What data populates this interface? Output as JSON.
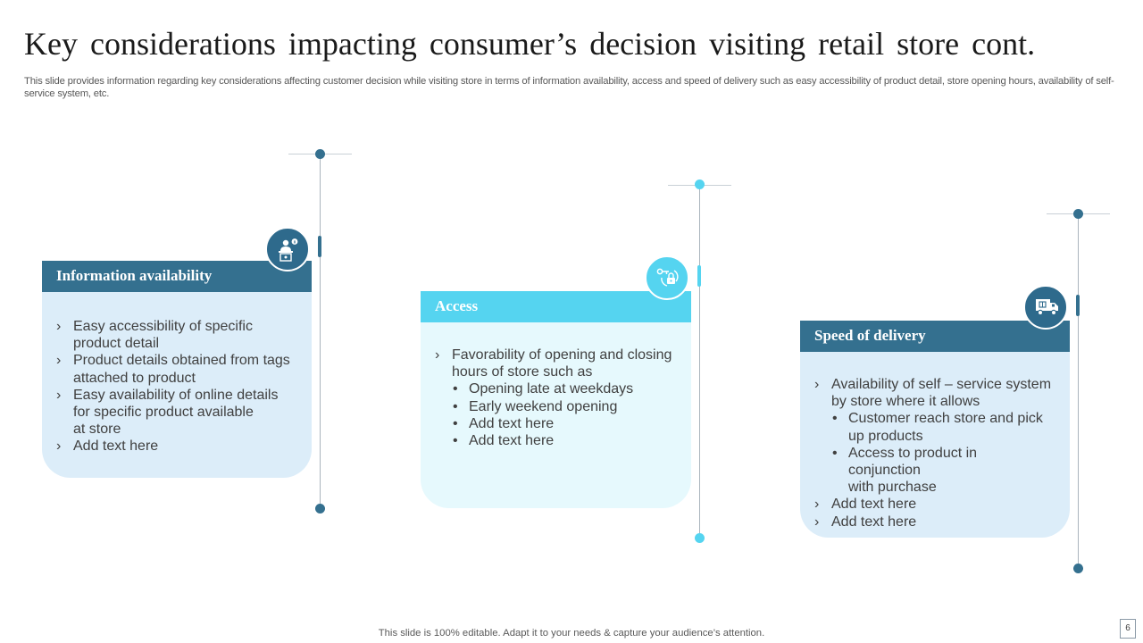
{
  "slide": {
    "title": "Key considerations impacting consumer’s decision visiting retail store cont.",
    "subtitle": "This slide provides information regarding key considerations affecting customer decision while visiting store in terms of information availability, access and speed of delivery such as easy accessibility of product detail, store opening hours, availability of self-service system, etc.",
    "footer": "This slide is 100% editable. Adapt it to your needs & capture your audience’s attention.",
    "page_number": "6"
  },
  "colors": {
    "dark_blue": "#34708f",
    "dark_blue_icon": "#2e6a8c",
    "cyan": "#55d4f0",
    "light_blue_card": "#dcedf9",
    "light_cyan_card": "#e6f9fd"
  },
  "cards": [
    {
      "heading": "Information availability",
      "icon": "info-desk-icon",
      "items": [
        {
          "level": 1,
          "text": "Easy accessibility of specific"
        },
        {
          "level": 0,
          "text": "product detail"
        },
        {
          "level": 1,
          "text": "Product details obtained from tags"
        },
        {
          "level": 0,
          "text": "attached to product"
        },
        {
          "level": 1,
          "text": "Easy availability of online details"
        },
        {
          "level": 0,
          "text": "for specific product available"
        },
        {
          "level": 0,
          "text": "at store"
        },
        {
          "level": 1,
          "text": "Add text here"
        }
      ]
    },
    {
      "heading": "Access",
      "icon": "key-lock-icon",
      "items": [
        {
          "level": 1,
          "text": "Favorability of opening and closing"
        },
        {
          "level": 0,
          "text": "hours of store such as"
        },
        {
          "level": 2,
          "text": "Opening late at weekdays"
        },
        {
          "level": 2,
          "text": "Early weekend opening"
        },
        {
          "level": 2,
          "text": "Add text here"
        },
        {
          "level": 2,
          "text": "Add text here"
        }
      ]
    },
    {
      "heading": "Speed of delivery",
      "icon": "delivery-truck-icon",
      "items": [
        {
          "level": 1,
          "text": "Availability of self – service system"
        },
        {
          "level": 0,
          "text": "by store where it allows"
        },
        {
          "level": 2,
          "text": "Customer reach store and pick"
        },
        {
          "level": 3,
          "text": "up products"
        },
        {
          "level": 2,
          "text": "Access to product in conjunction"
        },
        {
          "level": 3,
          "text": "with purchase"
        },
        {
          "level": 1,
          "text": "Add text here"
        },
        {
          "level": 1,
          "text": "Add text here"
        }
      ]
    }
  ]
}
